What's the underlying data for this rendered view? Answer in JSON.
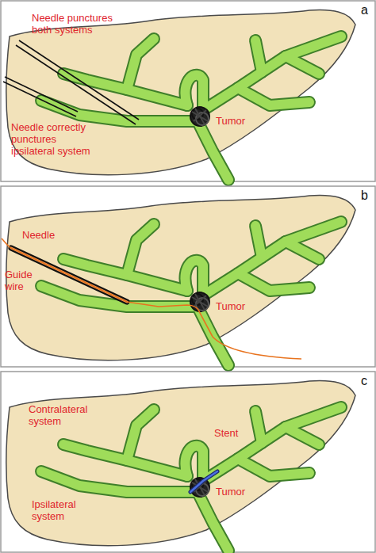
{
  "diagram": {
    "labels": [
      "a",
      "Needle punctures both systems",
      "Needle correctly punctures ipsilateral system",
      "Tumor",
      "b",
      "Needle",
      "Guide wire",
      "Tumor",
      "c",
      "Contralateral system",
      "Stent",
      "Tumor",
      "Ipsilateral system"
    ]
  }
}
